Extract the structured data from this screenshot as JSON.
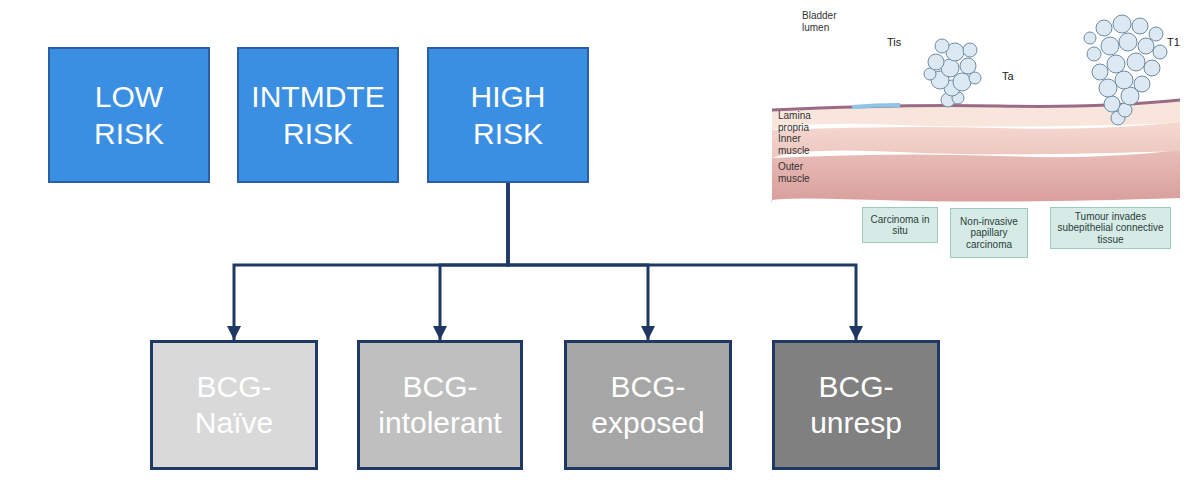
{
  "diagram": {
    "nodes": [
      {
        "text": [
          "LOW RISK"
        ]
      },
      {
        "text": [
          "INTMDTE RISK"
        ]
      },
      {
        "text": [
          "HIGH RISK"
        ]
      },
      {
        "text": [
          "BCG- Naïve"
        ]
      },
      {
        "text": [
          "BCG- intolerant"
        ]
      },
      {
        "text": [
          "BCG- exposed"
        ]
      },
      {
        "text": [
          "BCG- unresp"
        ]
      },
      {
        "text": [
          "Carcinoma in situ"
        ]
      },
      {
        "text": [
          "Non-invasive papillary carcinoma"
        ]
      },
      {
        "text": [
          "Tumour invades subepithelial connective tissue"
        ]
      }
    ],
    "edges": [
      {
        "from": 2,
        "to": 3,
        "arrow": "to"
      },
      {
        "from": 2,
        "to": 4,
        "arrow": "to"
      },
      {
        "from": 2,
        "to": 5,
        "arrow": "to"
      },
      {
        "from": 2,
        "to": 6,
        "arrow": "to"
      }
    ],
    "labels": [
      "Bladder lumen",
      "Tis",
      "Ta",
      "T1",
      "Lamina propria",
      "Inner muscle",
      "Outer muscle"
    ]
  }
}
